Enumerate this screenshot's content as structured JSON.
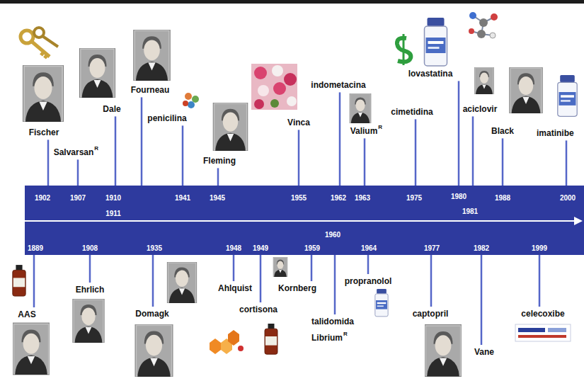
{
  "diagram": {
    "labels": [
      "Fischer",
      "Salvarsan",
      "R",
      "Dale",
      "Fourneau",
      "penicilina",
      "Fleming",
      "Vinca",
      "indometacina",
      "Valium",
      "R",
      "cimetidina",
      "lovastatina",
      "aciclovir",
      "Black",
      "imatinibe",
      "1902",
      "1907",
      "1910",
      "1911",
      "1941",
      "1945",
      "1955",
      "1962",
      "1963",
      "1975",
      "1980",
      "1981",
      "1988",
      "2000",
      "1960",
      "1889",
      "1908",
      "1935",
      "1948",
      "1949",
      "1959",
      "1964",
      "1977",
      "1982",
      "1999",
      "AAS",
      "Ehrlich",
      "Domagk",
      "Ahlquist",
      "cortisona",
      "Kornberg",
      "talidomida",
      "Librium",
      "R",
      "propranolol",
      "captopril",
      "Vane",
      "celecoxibe"
    ]
  }
}
